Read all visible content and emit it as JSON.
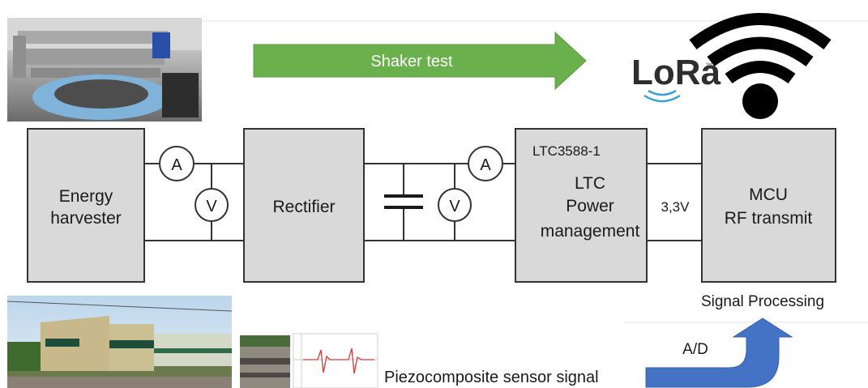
{
  "shaker": {
    "label": "Shaker test",
    "color": "#6ab04c"
  },
  "lora": {
    "logo_text": "LoRa",
    "trademark": "™",
    "accent": "#3aa0d8"
  },
  "blocks": {
    "harvester": {
      "line1": "Energy",
      "line2": "harvester"
    },
    "rectifier": {
      "label": "Rectifier"
    },
    "ltc": {
      "part": "LTC3588-1",
      "line1": "LTC",
      "line2": "Power",
      "line3": "management"
    },
    "mcu": {
      "line1": "MCU",
      "line2": "RF transmit"
    }
  },
  "meters": {
    "ammeter": "A",
    "voltmeter": "V"
  },
  "voltage_label": "3,3V",
  "signal_processing": "Signal Processing",
  "ad_label": "A/D",
  "piezo_label": "Piezocomposite sensor signal",
  "colors": {
    "block_fill": "#d9d9d9",
    "block_stroke": "#333333",
    "ad_arrow": "#4472c4",
    "wifi": "#000000"
  },
  "icons": {
    "wifi": "wifi-signal-icon",
    "shaker_photo": "shaker-test-photo",
    "train_photo": "train-photo",
    "rail_photo": "rail-sensor-photo",
    "waveform": "sensor-waveform-plot"
  }
}
